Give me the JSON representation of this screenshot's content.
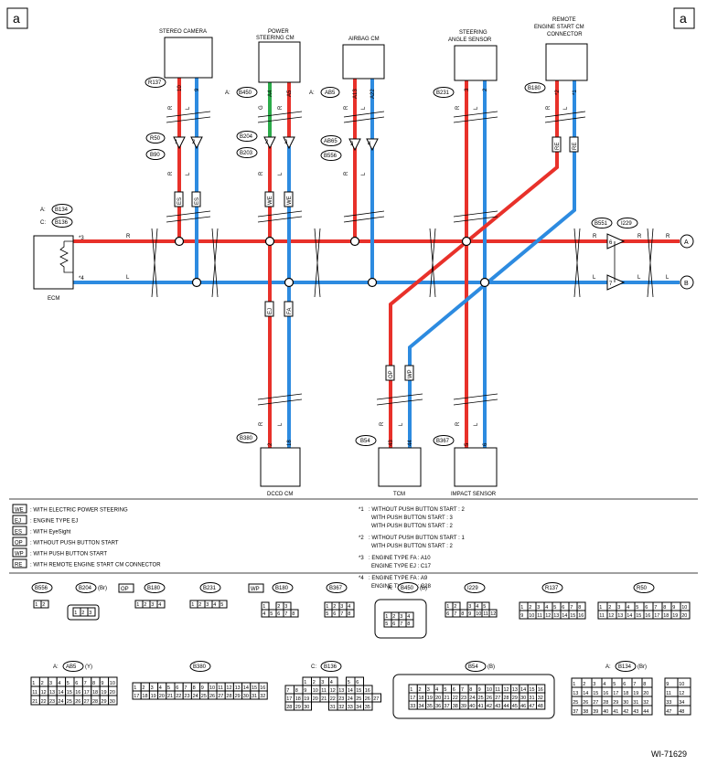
{
  "corner_label": "a",
  "components": {
    "stereo_camera": "STEREO CAMERA",
    "power_steering_l1": "POWER",
    "power_steering_l2": "STEERING CM",
    "airbag_cm": "AIRBAG CM",
    "steering_sensor_l1": "STEERING",
    "steering_sensor_l2": "ANGLE SENSOR",
    "remote_l1": "REMOTE",
    "remote_l2": "ENGINE START CM",
    "remote_l3": "CONNECTOR",
    "ecm": "ECM",
    "dccd_cm": "DCCD CM",
    "tcm": "TCM",
    "impact_sensor": "IMPACT SENSOR"
  },
  "connectors": {
    "r137": "R137",
    "b450": "B450",
    "ab5": "AB5",
    "b231": "B231",
    "b180": "B180",
    "r50": "R50",
    "b90": "B90",
    "b204": "B204",
    "b203": "B203",
    "ab65": "AB65",
    "b556": "B556",
    "b134": "B134",
    "b136": "B136",
    "b551": "B551",
    "i229": "I229",
    "b380": "B380",
    "b54": "B54",
    "b367": "B367",
    "prefix_a": "A:",
    "prefix_c": "C:"
  },
  "pins": {
    "r137_r": "10",
    "r137_l": "9",
    "b450_g": "A4",
    "b450_r": "A5",
    "ab5_r": "A13",
    "ab5_l": "A22",
    "b231_r": "3",
    "b231_l": "2",
    "b180_r": "*2",
    "b180_l": "*1",
    "r50_a": "1",
    "r50_b": "2",
    "b204_a": "2",
    "b204_b": "3",
    "ab65_a": "3",
    "ab65_b": "4",
    "ecm_a": "*3",
    "ecm_b": "*4",
    "b551": "6",
    "i229": "7",
    "b380_r": "2",
    "b380_l": "18",
    "b54_r": "43",
    "b54_l": "44",
    "b367_r": "5",
    "b367_l": "6"
  },
  "wire_labels": {
    "r": "R",
    "l": "L",
    "g": "G",
    "re": "RE"
  },
  "harness_codes": {
    "es": "ES",
    "we": "WE",
    "ej": "EJ",
    "fa": "FA",
    "op": "OP",
    "wp": "WP"
  },
  "terminals": {
    "a": "A",
    "b": "B"
  },
  "legend": [
    {
      "code": "WE",
      "text": ": WITH ELECTRIC POWER STEERING"
    },
    {
      "code": "EJ",
      "text": ": ENGINE TYPE EJ"
    },
    {
      "code": "ES",
      "text": ": WITH EyeSight"
    },
    {
      "code": "OP",
      "text": ": WITHOUT PUSH BUTTON START"
    },
    {
      "code": "WP",
      "text": ": WITH PUSH BUTTON START"
    },
    {
      "code": "RE",
      "text": ": WITH REMOTE ENGINE START CM CONNECTOR"
    }
  ],
  "notes": [
    {
      "mark": "*1",
      "lines": [
        ": WITHOUT PUSH BUTTON START : 2",
        "WITH PUSH BUTTON START : 3",
        "WITH PUSH BUTTON START : 2"
      ]
    },
    {
      "mark": "*2",
      "lines": [
        ": WITHOUT PUSH BUTTON START : 1",
        "WITH PUSH BUTTON START : 2"
      ]
    },
    {
      "mark": "*3",
      "lines": [
        ": ENGINE TYPE FA : A10",
        "ENGINE TYPE EJ : C17"
      ]
    },
    {
      "mark": "*4",
      "lines": [
        ": ENGINE TYPE FA : A9",
        "ENGINE TYPE EJ : C28"
      ]
    }
  ],
  "conn_views": {
    "b556": "B556",
    "b204": "B204",
    "b204_sfx": "(Br)",
    "b180": "B180",
    "b231": "B231",
    "b367": "B367",
    "b450": "B450",
    "b450_pre": "A:",
    "b450_sfx": "(B)",
    "i229": "I229",
    "r137": "R137",
    "r50": "R50",
    "ab5": "AB5",
    "ab5_pre": "A:",
    "ab5_sfx": "(Y)",
    "b380": "B380",
    "b136": "B136",
    "b136_pre": "C:",
    "b54": "B54",
    "b54_sfx": "(B)",
    "b134": "B134",
    "b134_pre": "A:",
    "b134_sfx": "(Br)"
  },
  "figure_id": "WI-71629"
}
